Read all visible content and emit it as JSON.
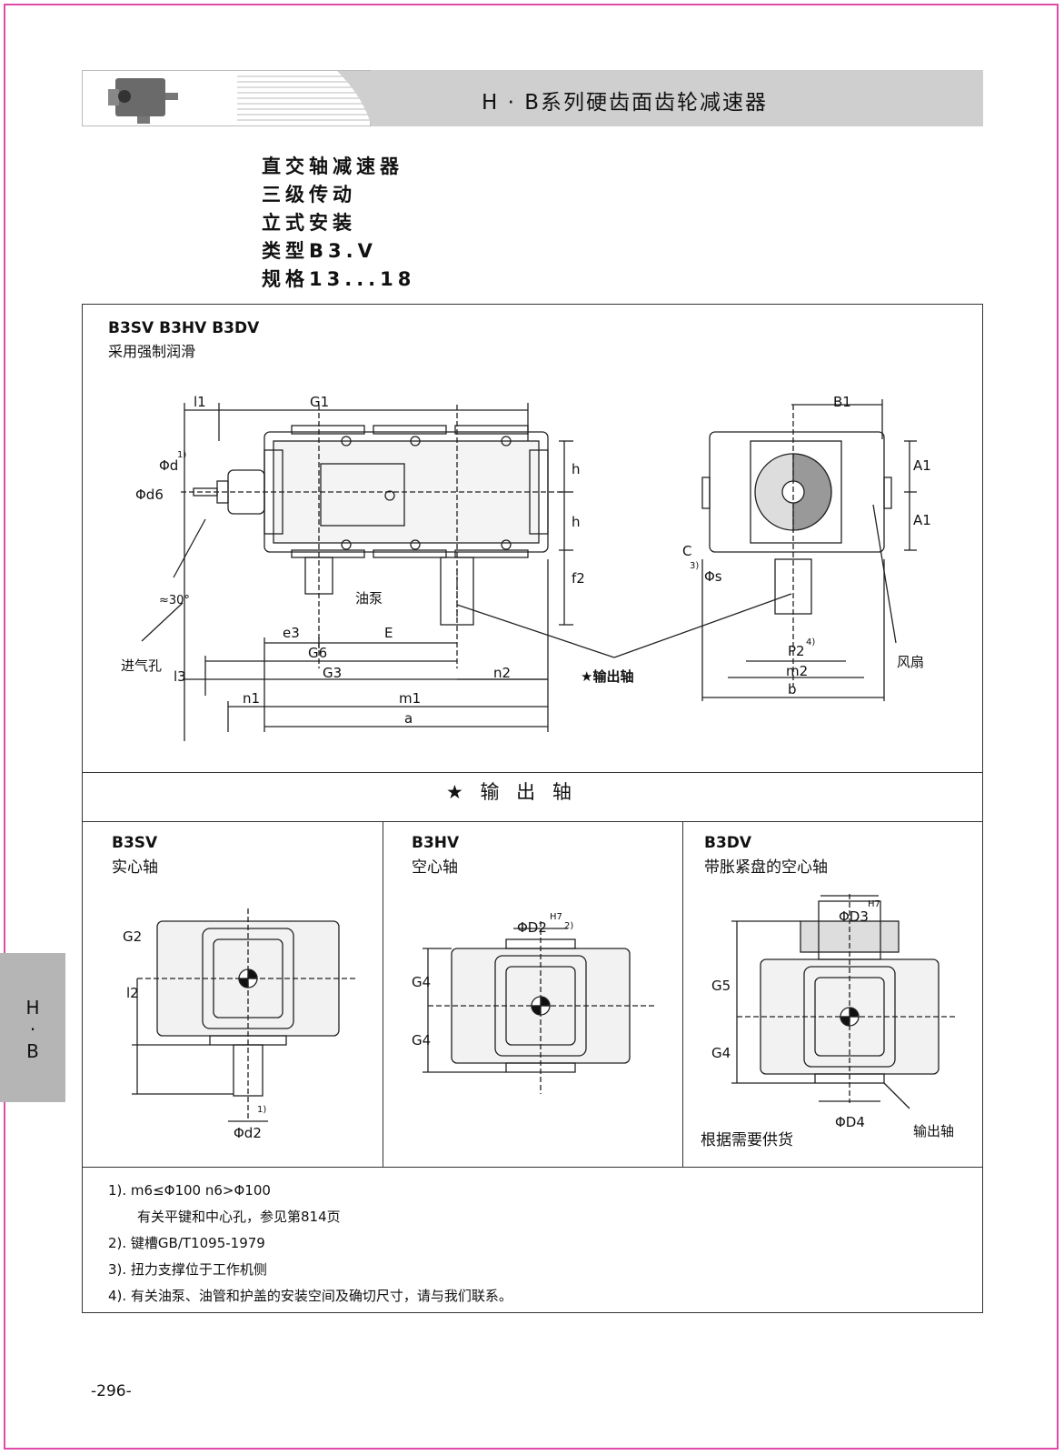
{
  "header": {
    "title": "H · B系列硬齿面齿轮减速器"
  },
  "intro": {
    "lines": [
      "直交轴减速器",
      "三级传动",
      "立式安装",
      "类型B3.V",
      "规格13...18"
    ]
  },
  "main": {
    "types": "B3SV  B3HV  B3DV",
    "lubrication": "采用强制润滑",
    "dims": {
      "l1": "l1",
      "G1": "G1",
      "B1": "B1",
      "d1": "Φd",
      "d1_note": "1)",
      "d6": "Φd6",
      "h": "h",
      "f2": "f2",
      "A1": "A1",
      "C": "C",
      "s": "Φs",
      "s_note": "3)",
      "angle": "≈30°",
      "e3": "e3",
      "E": "E",
      "G6": "G6",
      "G3": "G3",
      "l3": "l3",
      "n2": "n2",
      "n1": "n1",
      "m1": "m1",
      "a": "a",
      "P2": "P2",
      "P2_note": "4)",
      "m2": "m2",
      "b": "b"
    },
    "labels": {
      "oil_pump": "油泵",
      "air_inlet": "进气孔",
      "output_shaft": "★输出轴",
      "fan": "风扇"
    }
  },
  "output": {
    "banner": "★  输  出  轴",
    "sv": {
      "code": "B3SV",
      "name": "实心轴",
      "G2": "G2",
      "l2": "l2",
      "d2": "Φd2",
      "note": "1)"
    },
    "hv": {
      "code": "B3HV",
      "name": "空心轴",
      "D2": "ΦD2",
      "tol": "H7",
      "note": "2)",
      "G4a": "G4",
      "G4b": "G4"
    },
    "dv": {
      "code": "B3DV",
      "name": "带胀紧盘的空心轴",
      "D3": "ΦD3",
      "tol": "H7",
      "G5": "G5",
      "G4": "G4",
      "D4": "ΦD4",
      "supply": "根据需要供货",
      "out": "输出轴"
    }
  },
  "notes": [
    "1). m6≤Φ100  n6>Φ100",
    "有关平键和中心孔，参见第814页",
    "2). 键槽GB/T1095-1979",
    "3). 扭力支撑位于工作机侧",
    "4). 有关油泵、油管和护盖的安装空间及确切尺寸，请与我们联系。"
  ],
  "side_tab": {
    "top": "H",
    "mid": "·",
    "bottom": "B"
  },
  "page_number": "-296-",
  "colors": {
    "border": "#e04aa8",
    "header_gray": "#cfcfcf",
    "tab_gray": "#b5b5b5"
  }
}
